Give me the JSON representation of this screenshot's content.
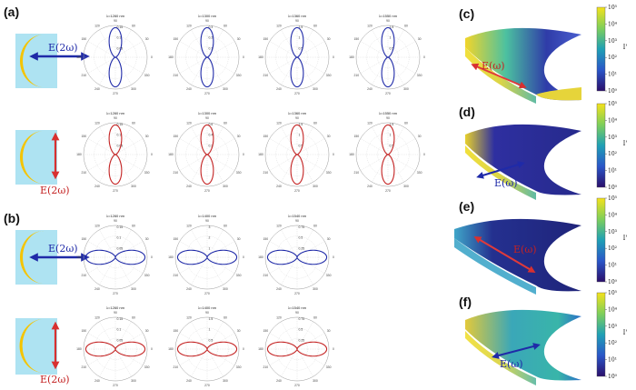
{
  "panel_labels": {
    "a": "(a)",
    "b": "(b)",
    "c": "(c)",
    "d": "(d)",
    "e": "(e)",
    "f": "(f)"
  },
  "field_labels": {
    "second_harmonic": "E(2ω)",
    "fundamental": "E(ω)"
  },
  "colors": {
    "blue": "#1f2aa8",
    "red": "#c42222",
    "crescent": "#f5c400",
    "substrate": "#aee3f2"
  },
  "angle_ticks": [
    "0",
    "30",
    "60",
    "90",
    "120",
    "150",
    "180",
    "210",
    "240",
    "270",
    "300",
    "330"
  ],
  "colorbar": {
    "label": "I'",
    "ticks": [
      "10⁰",
      "10¹",
      "10²",
      "10³",
      "10⁴",
      "10⁵"
    ]
  },
  "chart_data": [
    {
      "id": "a-row1",
      "type": "polar",
      "color": "blue",
      "orientation": "vertical",
      "titles": [
        "λ=1260 nm",
        "λ=1300 nm",
        "λ=1360 nm",
        "λ=1550 nm"
      ],
      "rticks": [
        [
          "0.05",
          "0.1",
          "0.15"
        ],
        [
          "0.1",
          "0.2",
          "0.3"
        ],
        [
          "0.5",
          "1",
          "1.5"
        ],
        [
          "0.5",
          "1",
          "1.5"
        ]
      ]
    },
    {
      "id": "a-row2",
      "type": "polar",
      "color": "red",
      "orientation": "vertical",
      "titles": [
        "λ=1260 nm",
        "λ=1300 nm",
        "λ=1360 nm",
        "λ=1550 nm"
      ],
      "rticks": [
        [
          "0.05",
          "0.1",
          "0.15"
        ],
        [
          "0.2",
          "0.4",
          "0.6"
        ],
        [
          "0.5",
          "1",
          "1.5"
        ],
        [
          "0.5",
          "1",
          "1.5"
        ]
      ]
    },
    {
      "id": "b-row1",
      "type": "polar",
      "color": "blue",
      "orientation": "horizontal",
      "titles": [
        "λ=1260 nm",
        "λ=1400 nm",
        "λ=1540 nm"
      ],
      "rticks": [
        [
          "0.05",
          "0.1",
          "0.15"
        ],
        [
          "1",
          "2",
          "3"
        ],
        [
          "0.25",
          "0.5",
          "0.75"
        ]
      ]
    },
    {
      "id": "b-row2",
      "type": "polar",
      "color": "red",
      "orientation": "horizontal",
      "titles": [
        "λ=1260 nm",
        "λ=1400 nm",
        "λ=1540 nm"
      ],
      "rticks": [
        [
          "0.05",
          "0.1",
          "0.15"
        ],
        [
          "0.5",
          "1",
          "1.5"
        ],
        [
          "0.25",
          "0.5",
          "0.75"
        ]
      ]
    }
  ]
}
